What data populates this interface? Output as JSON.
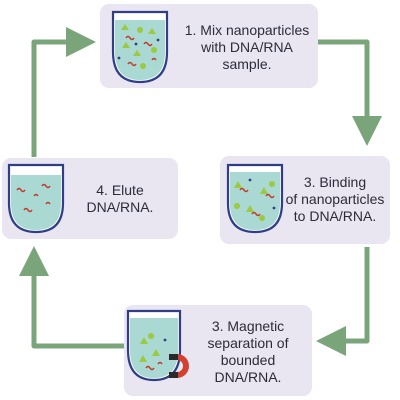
{
  "steps": [
    {
      "label": "1. Mix nanoparticles\nwith DNA/RNA\nsample."
    },
    {
      "label": "3. Binding\nof nanoparticles\nto DNA/RNA."
    },
    {
      "label": "3. Magnetic\nseparation of\nbounded\nDNA/RNA."
    },
    {
      "label": "4. Elute\nDNA/RNA."
    }
  ],
  "colors": {
    "arrow": "#7aa57a",
    "card": "#e9e6f1",
    "liquid": "#a9d9d2",
    "tube_outline": "#2f3e86",
    "nanoparticle": "#9bc93f",
    "dna": "#c0392b",
    "magnet_red": "#d3402f",
    "magnet_dark": "#2a2a2a"
  },
  "icons": [
    "sample-tube-icon",
    "binding-tube-icon",
    "magnet-tube-icon",
    "elution-tube-icon",
    "magnet-icon"
  ]
}
